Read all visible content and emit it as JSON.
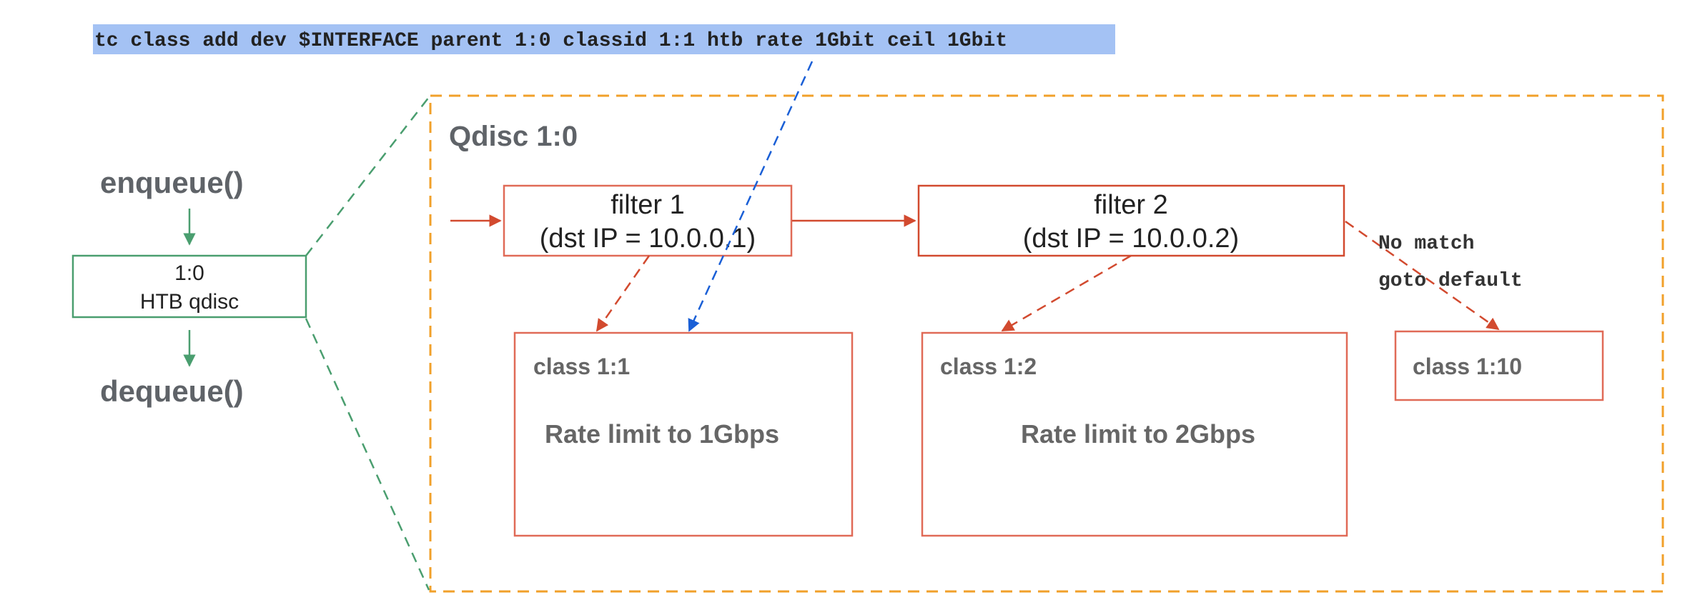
{
  "command": "tc class add dev $INTERFACE parent 1:0 classid 1:1 htb rate 1Gbit ceil 1Gbit",
  "qdisc_label": "Qdisc 1:0",
  "left": {
    "enqueue": "enqueue()",
    "dequeue": "dequeue()",
    "htb_line1": "1:0",
    "htb_line2": "HTB qdisc"
  },
  "filters": [
    {
      "line1": "filter 1",
      "line2": "(dst IP = 10.0.0.1)"
    },
    {
      "line1": "filter 2",
      "line2": "(dst IP = 10.0.0.2)"
    }
  ],
  "classes": [
    {
      "title": "class 1:1",
      "desc": "Rate limit to 1Gbps"
    },
    {
      "title": "class 1:2",
      "desc": "Rate limit to 2Gbps"
    },
    {
      "title": "class 1:10",
      "desc": ""
    }
  ],
  "no_match": {
    "line1": "No match",
    "line2": "goto default"
  },
  "colors": {
    "orange_dash": "#f1a02a",
    "red_arrow": "#d24a2f",
    "box_outline": "#e06a57",
    "green": "#4a9e6f",
    "blue": "#1a5fd6",
    "highlight": "#a4c2f4"
  }
}
